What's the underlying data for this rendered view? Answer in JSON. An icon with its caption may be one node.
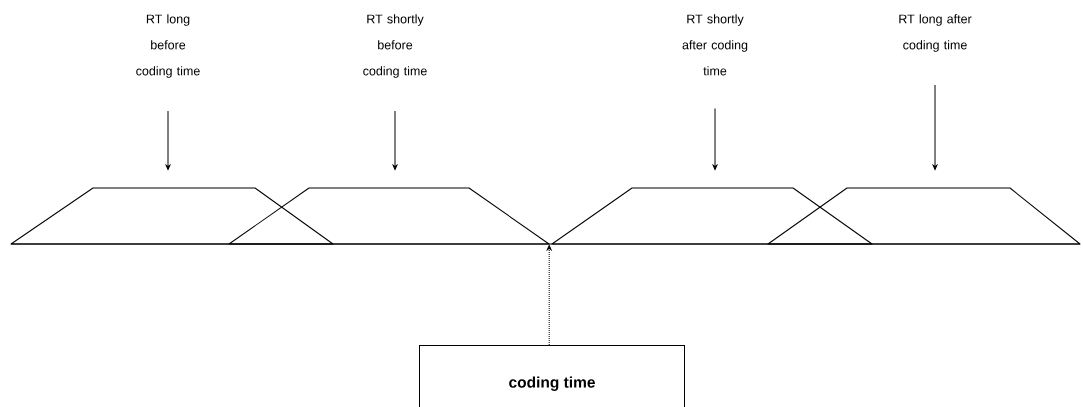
{
  "diagram": {
    "nodes": [
      {
        "text": [
          "RT long before coding time"
        ]
      },
      {
        "text": [
          "RT shortly before coding time"
        ]
      },
      {
        "text": [
          "RT shortly after coding time"
        ]
      },
      {
        "text": [
          "RT long after coding time"
        ]
      },
      {
        "text": [],
        "shape": "trapezoid"
      },
      {
        "text": [],
        "shape": "trapezoid"
      },
      {
        "text": [],
        "shape": "trapezoid"
      },
      {
        "text": [],
        "shape": "trapezoid"
      },
      {
        "text": [
          "coding time"
        ]
      }
    ],
    "edges": [
      {
        "from": 0,
        "to": 4,
        "arrow": "to"
      },
      {
        "from": 1,
        "to": 5,
        "arrow": "to"
      },
      {
        "from": 2,
        "to": 6,
        "arrow": "to"
      },
      {
        "from": 3,
        "to": 7,
        "arrow": "to"
      },
      {
        "from": 8,
        "to": 5,
        "arrow": "to",
        "style": "dashed"
      }
    ]
  }
}
